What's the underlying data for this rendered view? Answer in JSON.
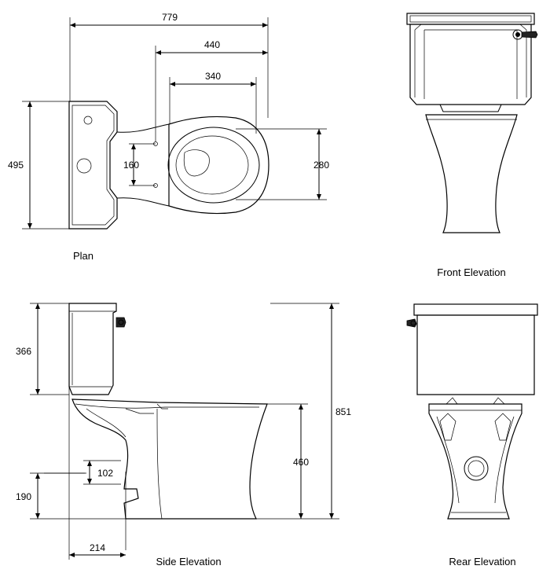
{
  "views": {
    "plan": "Plan",
    "front": "Front Elevation",
    "side": "Side Elevation",
    "rear": "Rear Elevation"
  },
  "dimensions": {
    "overall_length": "779",
    "seat_outer_length": "440",
    "seat_inner_length": "340",
    "cistern_width": "495",
    "fixing_holes": "160",
    "seat_width": "280",
    "cistern_height": "366",
    "overall_height": "851",
    "pan_height": "460",
    "outlet_to_wall": "214",
    "outlet_height": "190",
    "outlet_offset": "102"
  }
}
